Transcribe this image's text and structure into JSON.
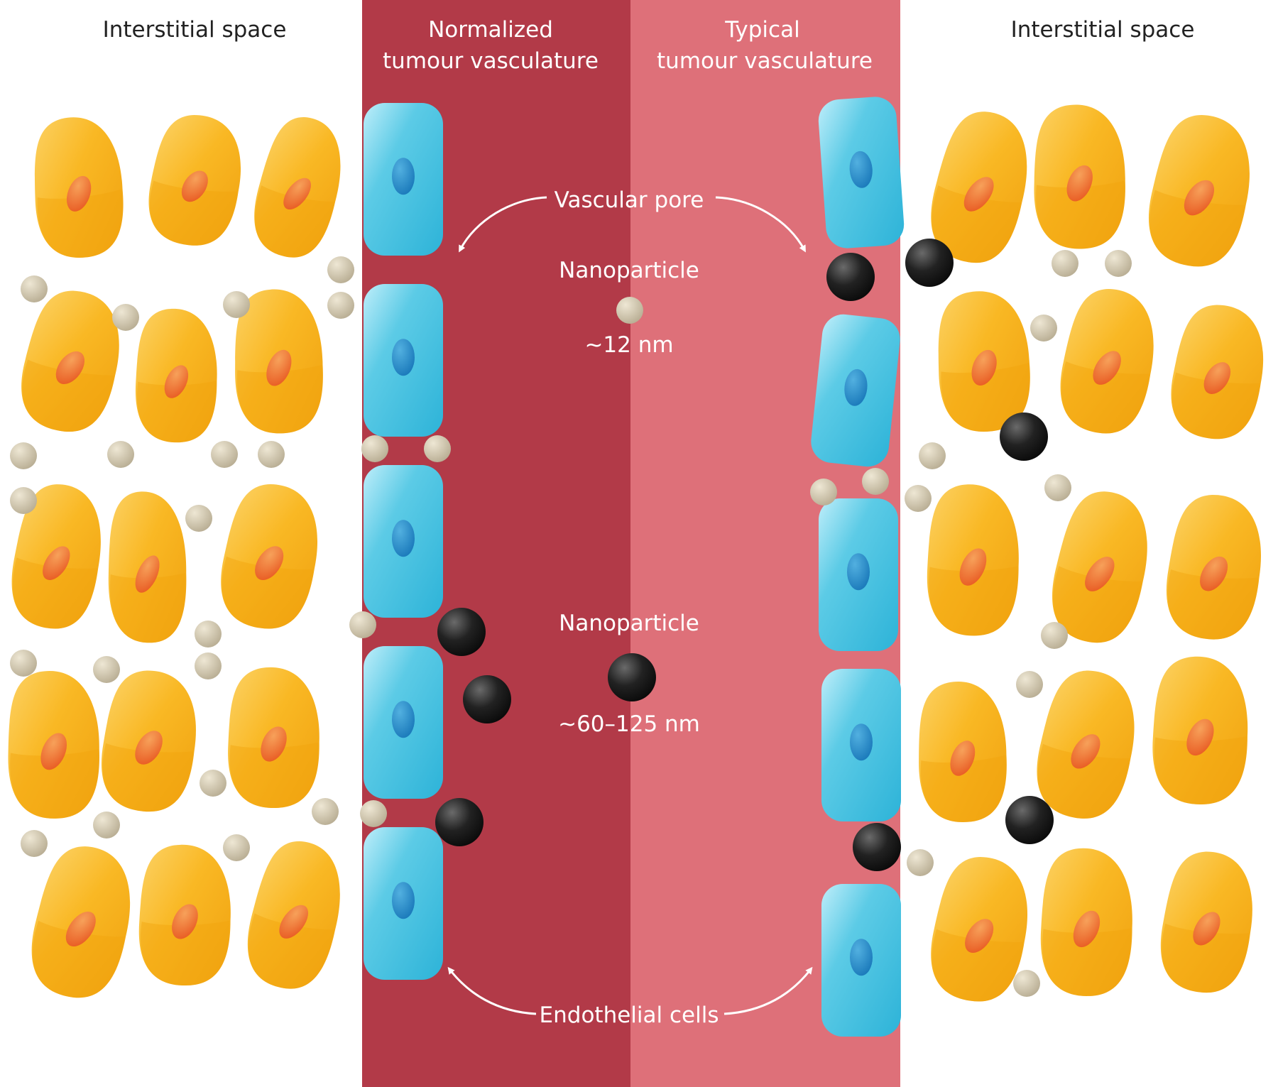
{
  "labels": {
    "interstitial_left": "Interstitial space",
    "interstitial_right": "Interstitial space",
    "normalized_line1": "Normalized",
    "normalized_line2": "tumour vasculature",
    "typical_line1": "Typical",
    "typical_line2": "tumour vasculature",
    "vascular_pore": "Vascular pore",
    "nanoparticle_small": "Nanoparticle",
    "size_small": "~12 nm",
    "nanoparticle_large": "Nanoparticle",
    "size_large": "~60–125 nm",
    "endothelial_cells": "Endothelial cells"
  },
  "colors": {
    "normalized_vessel": "#b23a48",
    "typical_vessel": "#de7079",
    "tumour_cell": "#f7b21b",
    "tumour_nucleus": "#ee6a2a",
    "endothelial_cell": "#4fc3e0",
    "endothelial_nucleus": "#1f8ec8",
    "small_nanoparticle": "#cfc5ad",
    "large_nanoparticle": "#1c1c1c",
    "label_on_vessel": "#ffffff",
    "label_outside": "#222222"
  }
}
